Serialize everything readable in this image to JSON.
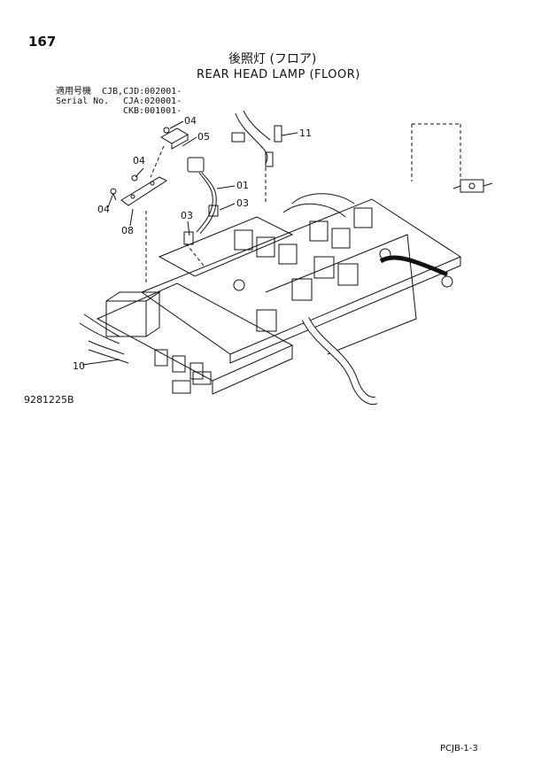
{
  "header": {
    "page_number": "167",
    "title_jp": "後照灯 (フロア)",
    "title_en": "REAR HEAD LAMP (FLOOR)"
  },
  "serial": {
    "label_jp": "適用号機",
    "label_en": "Serial No.",
    "line1": "CJB,CJD:002001-",
    "line2": "CJA:020001-",
    "line3": "CKB:001001-"
  },
  "callouts": {
    "c04a": "04",
    "c05": "05",
    "c11": "11",
    "c04b": "04",
    "c01": "01",
    "c03a": "03",
    "c04c": "04",
    "c03b": "03",
    "c08": "08",
    "c10": "10"
  },
  "footer": {
    "drawing_number": "9281225B",
    "page_code": "PCJB-1-3"
  }
}
